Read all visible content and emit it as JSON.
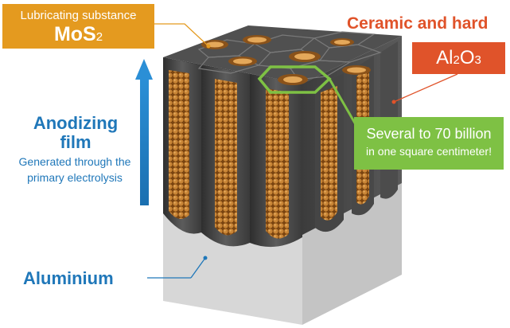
{
  "lubricant": {
    "label": "Lubricating substance",
    "formula_main": "MoS",
    "formula_sub": "2"
  },
  "ceramic": {
    "title": "Ceramic and hard",
    "formula_a": "Al",
    "formula_a_sub": "2",
    "formula_b": "O",
    "formula_b_sub": "3"
  },
  "density": {
    "line1": "Several to 70 billion",
    "line2": "in one square centimeter!"
  },
  "anodizing": {
    "title_line1": "Anodizing",
    "title_line2": "film",
    "subtitle_line1": "Generated through the",
    "subtitle_line2": "primary electrolysis"
  },
  "aluminium": {
    "label": "Aluminium"
  },
  "colors": {
    "orange": "#e49a1f",
    "red_orange": "#e0532a",
    "green": "#7ec144",
    "blue": "#1f77b9",
    "film_dark": "#4a4a4a",
    "pore_brown": "#a0601c",
    "aluminium_gray": "#d4d4d4"
  }
}
